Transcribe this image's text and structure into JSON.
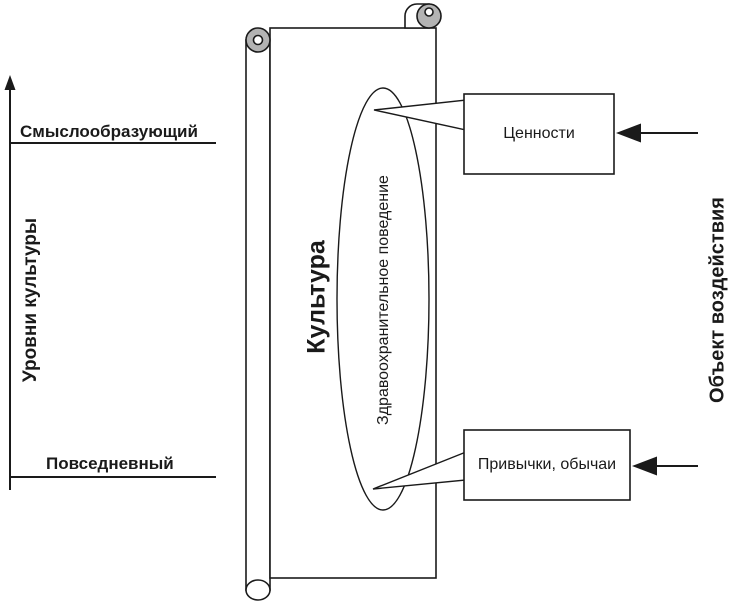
{
  "diagram": {
    "left_axis": {
      "title": "Уровни культуры",
      "top_level": "Смыслообразующий",
      "bottom_level": "Повседневный"
    },
    "scroll": {
      "title": "Культура",
      "ellipse_label": "Здравоохранительное поведение"
    },
    "callouts": {
      "top_box": "Ценности",
      "bottom_box": "Привычки, обычаи"
    },
    "right_axis": {
      "title": "Объект воздействия"
    },
    "colors": {
      "line": "#1a1a1a",
      "roll_fill": "#b3b3b3",
      "background": "#ffffff"
    }
  }
}
